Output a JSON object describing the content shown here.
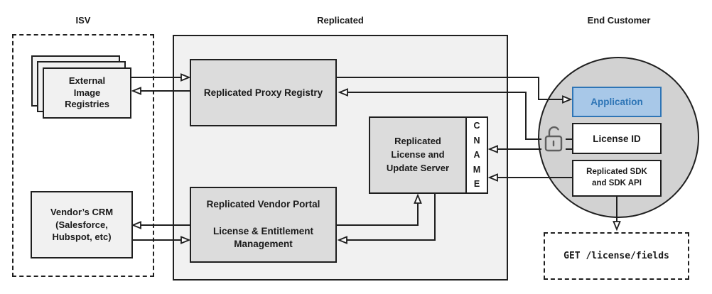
{
  "sections": {
    "isv": "ISV",
    "replicated": "Replicated",
    "end_customer": "End Customer"
  },
  "nodes": {
    "external_registries": "External\nImage\nRegistries",
    "proxy_registry": "Replicated Proxy Registry",
    "license_server": "Replicated\nLicense and\nUpdate Server",
    "cname": "C\nN\nA\nM\nE",
    "vendor_portal": "Replicated Vendor Portal\n\nLicense & Entitlement\nManagement",
    "crm": "Vendor’s CRM\n(Salesforce,\nHubspot, etc)",
    "application": "Application",
    "license_id": "License ID",
    "sdk": "Replicated SDK\nand SDK API",
    "get_endpoint": "GET /license/fields"
  },
  "icons": {
    "unlock": "unlock-icon"
  },
  "colors": {
    "outer_fill": "#f1f1f1",
    "inner_fill": "#dcdcdc",
    "circle_fill": "#d2d2d2",
    "application_fill": "#a8c8e8",
    "application_accent": "#2e75b6",
    "line": "#1f1f1f",
    "lock_gray": "#5f5f5f"
  },
  "edges": [
    {
      "from": "external_registries",
      "to": "proxy_registry"
    },
    {
      "from": "proxy_registry",
      "to": "external_registries"
    },
    {
      "from": "proxy_registry",
      "to": "application"
    },
    {
      "from": "license_id",
      "to": "proxy_registry",
      "via": "unlock-icon"
    },
    {
      "from": "license_id",
      "to": "cname",
      "via": "unlock-icon"
    },
    {
      "from": "sdk",
      "to": "cname"
    },
    {
      "from": "vendor_portal",
      "to": "license_server"
    },
    {
      "from": "license_server",
      "to": "vendor_portal"
    },
    {
      "from": "vendor_portal",
      "to": "crm"
    },
    {
      "from": "crm",
      "to": "vendor_portal"
    },
    {
      "from": "sdk",
      "to": "get_endpoint"
    }
  ]
}
